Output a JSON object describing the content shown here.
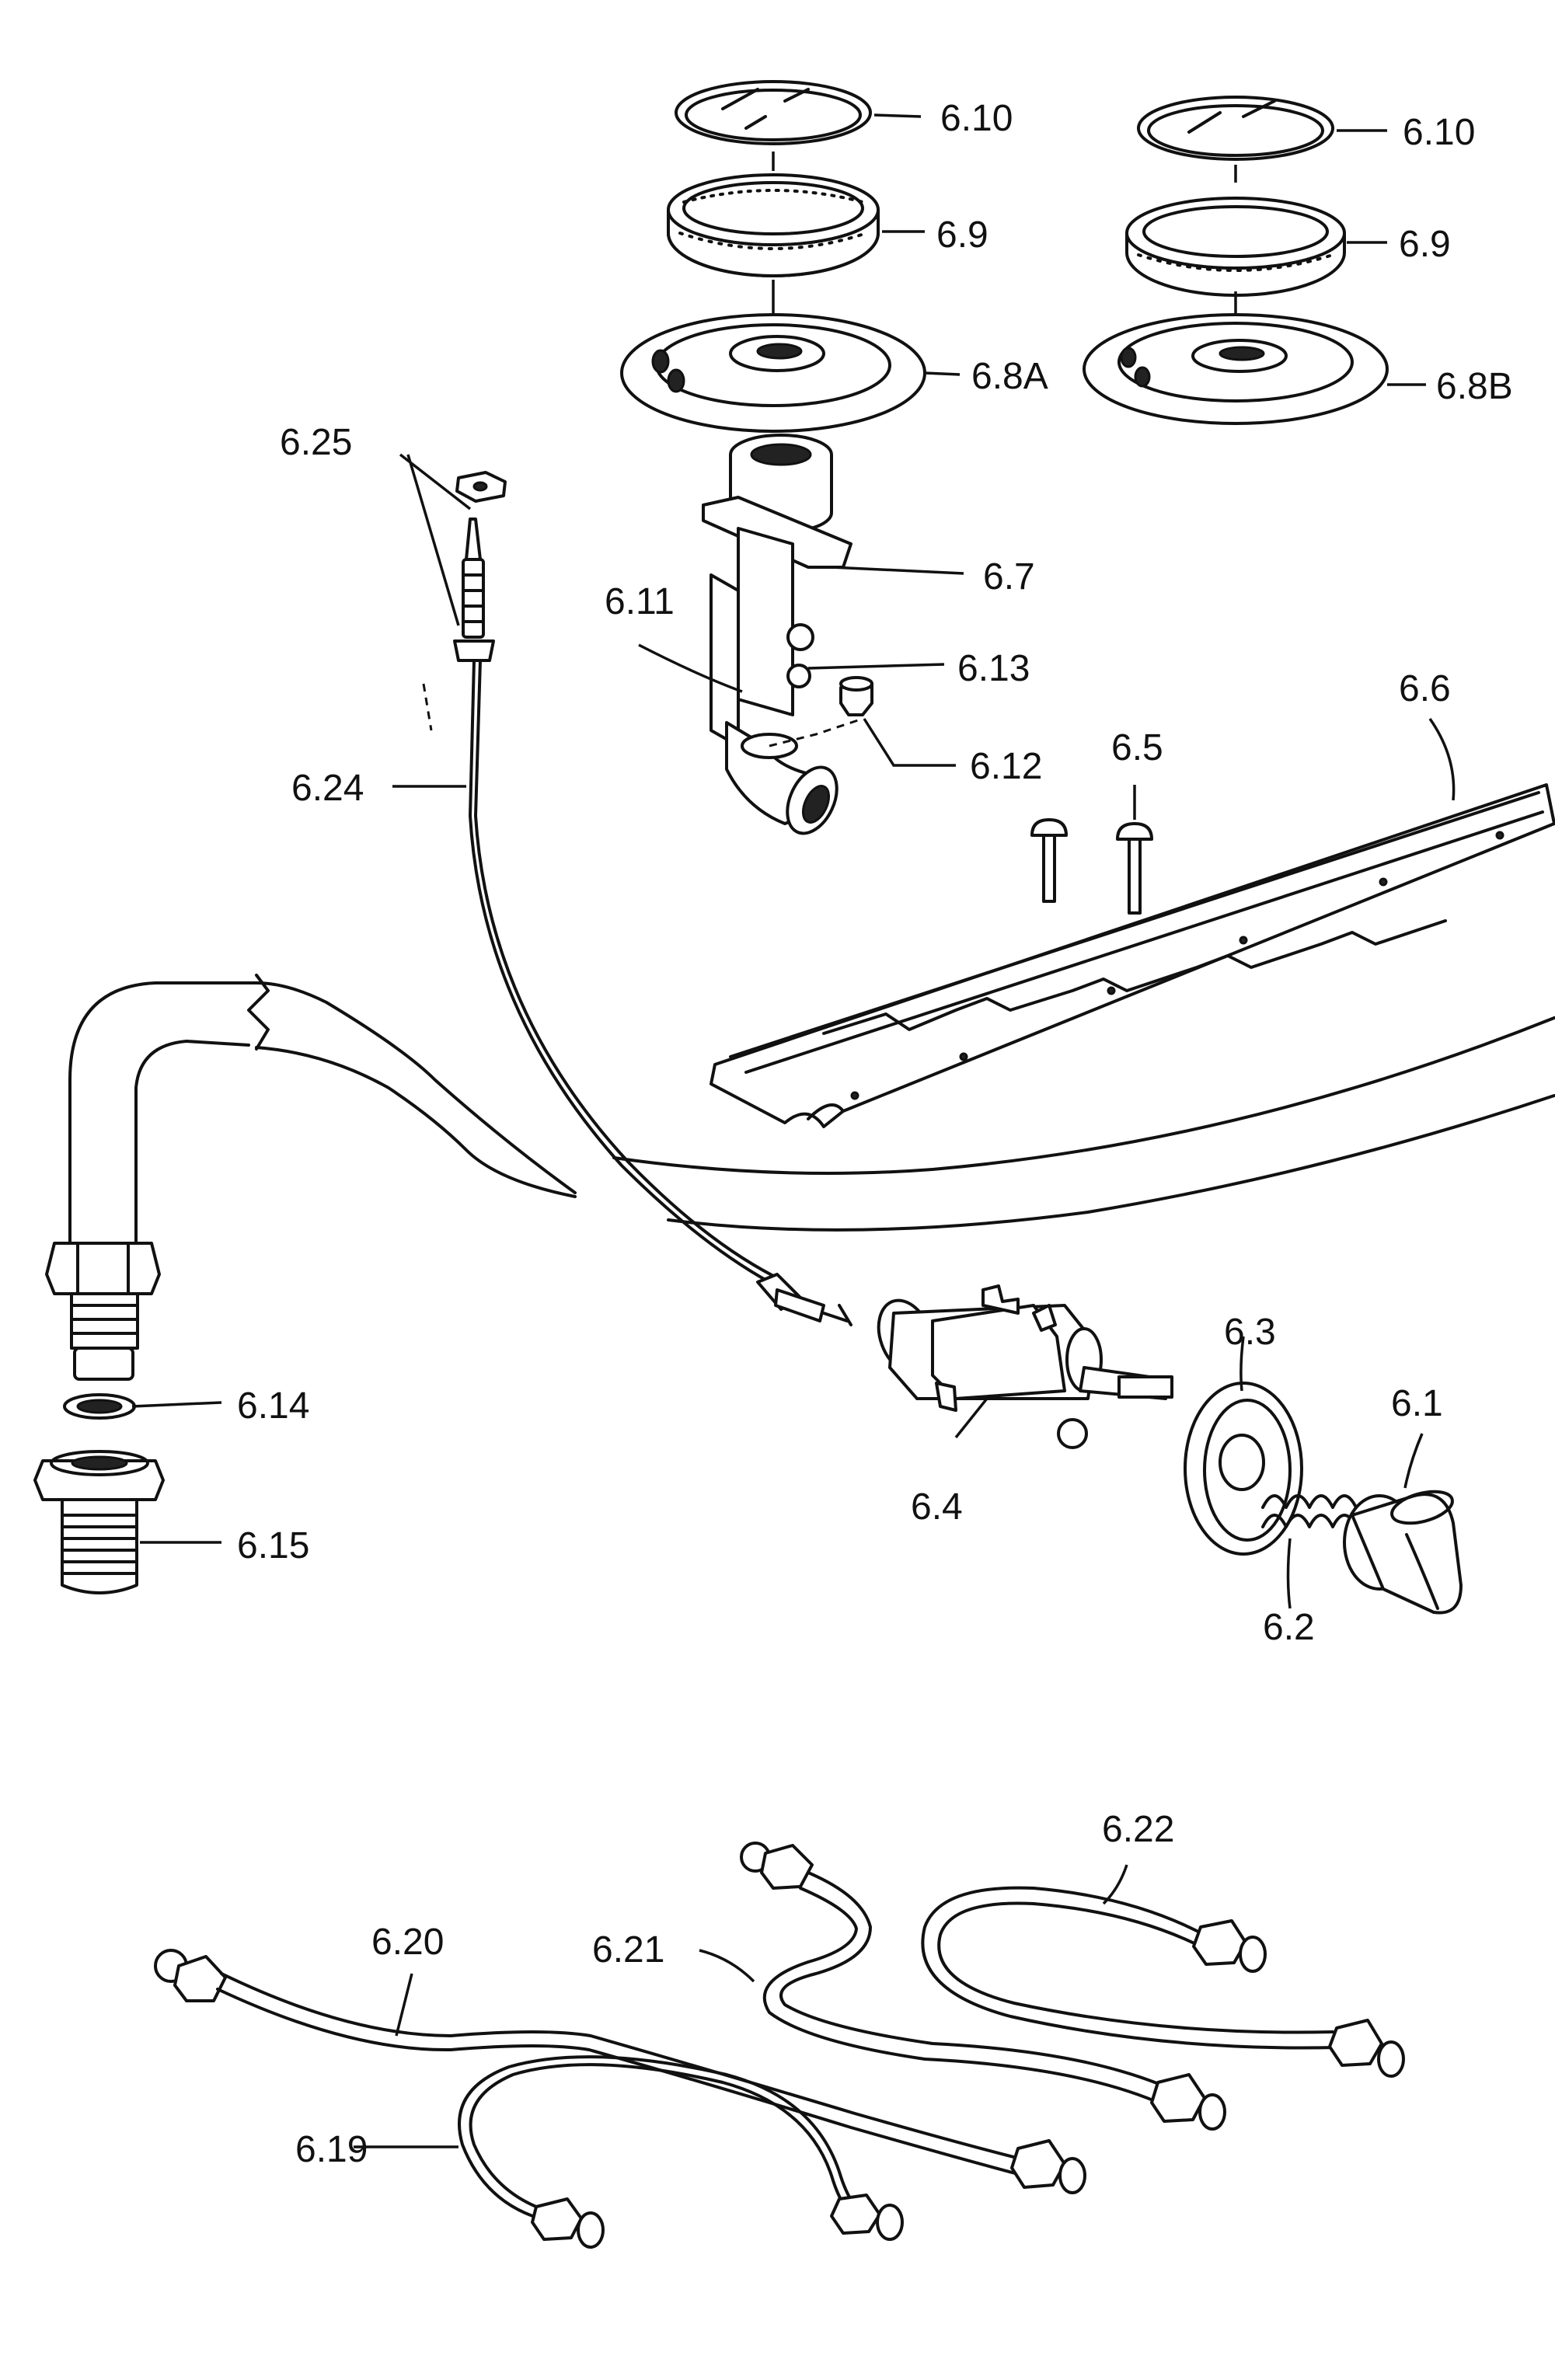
{
  "labels": {
    "p6_1": "6.1",
    "p6_2": "6.2",
    "p6_3": "6.3",
    "p6_4": "6.4",
    "p6_5": "6.5",
    "p6_6": "6.6",
    "p6_7": "6.7",
    "p6_8a": "6.8A",
    "p6_8b": "6.8B",
    "p6_9_left": "6.9",
    "p6_9_right": "6.9",
    "p6_10_left": "6.10",
    "p6_10_right": "6.10",
    "p6_11": "6.11",
    "p6_12": "6.12",
    "p6_13": "6.13",
    "p6_14": "6.14",
    "p6_15": "6.15",
    "p6_19": "6.19",
    "p6_20": "6.20",
    "p6_21": "6.21",
    "p6_22": "6.22",
    "p6_24": "6.24",
    "p6_25": "6.25"
  }
}
